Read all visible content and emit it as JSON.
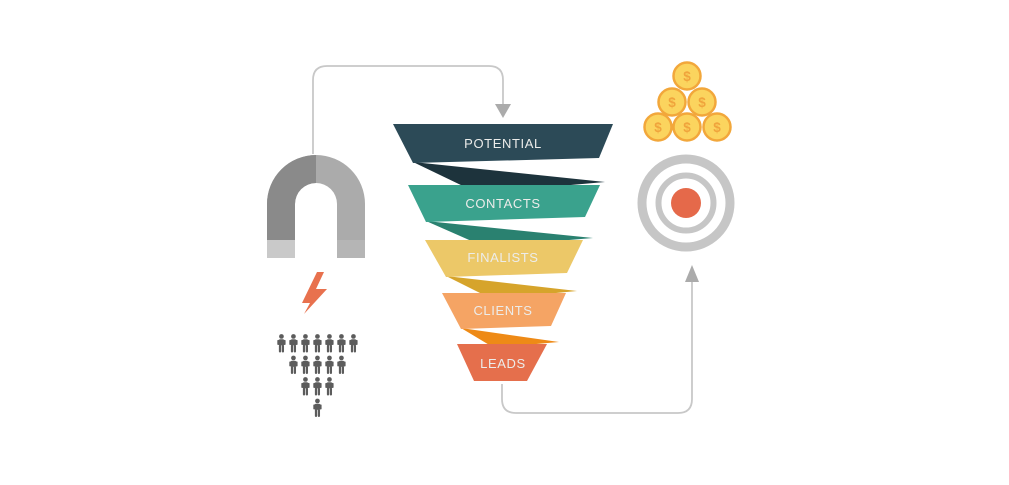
{
  "diagram": {
    "background": "#FFFFFF",
    "funnel": {
      "label_color": "#ECECEA",
      "layers": [
        {
          "label": "POTENTIAL",
          "color": "#2C4A57",
          "fold_color": "#1D333C"
        },
        {
          "label": "CONTACTS",
          "color": "#3AA28D",
          "fold_color": "#2A8170"
        },
        {
          "label": "FINALISTS",
          "color": "#ECC868",
          "fold_color": "#D6A42B"
        },
        {
          "label": "CLIENTS",
          "color": "#F5A464",
          "fold_color": "#EE8A16"
        },
        {
          "label": "LEADS",
          "color": "#E56F4C"
        }
      ]
    },
    "coins": {
      "symbol": "$",
      "count": 6,
      "rows": [
        1,
        2,
        3
      ],
      "fill": "#FBD45E",
      "border": "#F2A73B",
      "symbol_color": "#F0A43C"
    },
    "magnet": {
      "left_color": "#8A8A8A",
      "right_color": "#ABABAB",
      "left_tip_color": "#C9C9C9",
      "right_tip_color": "#B5B5B5"
    },
    "lightning": {
      "color": "#E8714E"
    },
    "people": {
      "count": 16,
      "rows": [
        7,
        5,
        3,
        1
      ],
      "color": "#5C5C5C"
    },
    "target": {
      "ring_color": "#C6C6C6",
      "center_color": "#E5694A"
    },
    "arrows": {
      "line_color": "#C8C8C8",
      "head_color": "#ABABAB"
    }
  }
}
